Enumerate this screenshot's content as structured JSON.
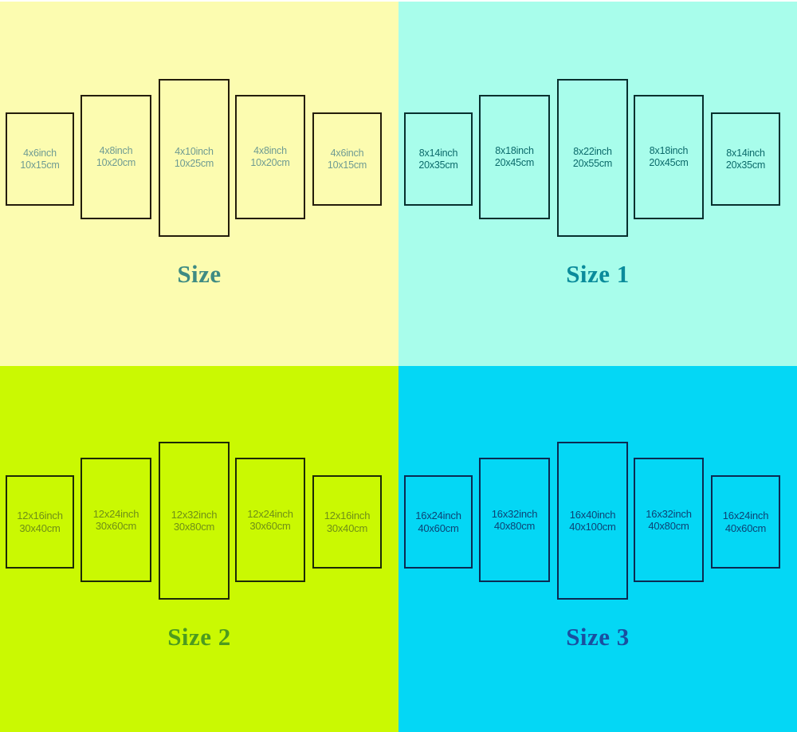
{
  "panels_size_chart": {
    "layout": "2x2 grid of size-option swatches, each showing a 5-panel staggered canvas set",
    "quadrants": [
      {
        "id": "size",
        "title": "Size",
        "background_color": "#fcfcb0",
        "title_color": "#3f8b83",
        "label_color": "#6f9b92",
        "border_color": "#241d0b",
        "panels": [
          {
            "inch": "4x6inch",
            "cm": "10x15cm"
          },
          {
            "inch": "4x8inch",
            "cm": "10x20cm"
          },
          {
            "inch": "4x10inch",
            "cm": "10x25cm"
          },
          {
            "inch": "4x8inch",
            "cm": "10x20cm"
          },
          {
            "inch": "4x6inch",
            "cm": "10x15cm"
          }
        ]
      },
      {
        "id": "size-1",
        "title": "Size 1",
        "background_color": "#a8fdeb",
        "title_color": "#0a8b9b",
        "label_color": "#0b6a6a",
        "border_color": "#07302e",
        "panels": [
          {
            "inch": "8x14inch",
            "cm": "20x35cm"
          },
          {
            "inch": "8x18inch",
            "cm": "20x45cm"
          },
          {
            "inch": "8x22inch",
            "cm": "20x55cm"
          },
          {
            "inch": "8x18inch",
            "cm": "20x45cm"
          },
          {
            "inch": "8x14inch",
            "cm": "20x35cm"
          }
        ]
      },
      {
        "id": "size-2",
        "title": "Size 2",
        "background_color": "#caf902",
        "title_color": "#4c9b1f",
        "label_color": "#6f8f17",
        "border_color": "#1d2a06",
        "panels": [
          {
            "inch": "12x16inch",
            "cm": "30x40cm"
          },
          {
            "inch": "12x24inch",
            "cm": "30x60cm"
          },
          {
            "inch": "12x32inch",
            "cm": "30x80cm"
          },
          {
            "inch": "12x24inch",
            "cm": "30x60cm"
          },
          {
            "inch": "12x16inch",
            "cm": "30x40cm"
          }
        ]
      },
      {
        "id": "size-3",
        "title": "Size 3",
        "background_color": "#04d7f5",
        "title_color": "#1a4fa0",
        "label_color": "#0d4274",
        "border_color": "#0b2a52",
        "panels": [
          {
            "inch": "16x24inch",
            "cm": "40x60cm"
          },
          {
            "inch": "16x32inch",
            "cm": "40x80cm"
          },
          {
            "inch": "16x40inch",
            "cm": "40x100cm"
          },
          {
            "inch": "16x32inch",
            "cm": "40x80cm"
          },
          {
            "inch": "16x24inch",
            "cm": "40x60cm"
          }
        ]
      }
    ]
  }
}
